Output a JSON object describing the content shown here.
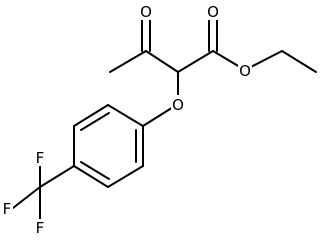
{
  "molecule": {
    "atoms": [
      {
        "id": "o_ketone",
        "label": "O"
      },
      {
        "id": "o_carbonyl",
        "label": "O"
      },
      {
        "id": "o_ester",
        "label": "O"
      },
      {
        "id": "o_ether",
        "label": "O"
      },
      {
        "id": "f_top",
        "label": "F"
      },
      {
        "id": "f_left",
        "label": "F"
      },
      {
        "id": "f_bottom",
        "label": "F"
      }
    ]
  }
}
